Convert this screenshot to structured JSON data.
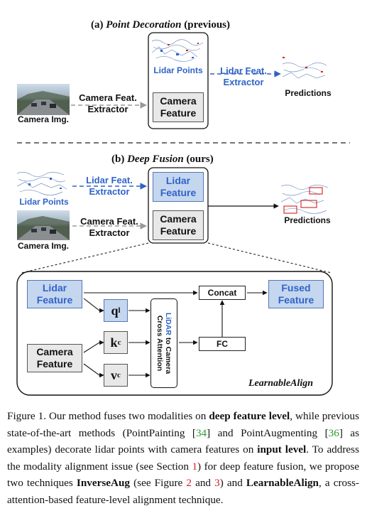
{
  "top": {
    "title_prefix": "(a) ",
    "title_italic": "Point Decoration",
    "title_suffix": " (previous)",
    "camera_img_label": "Camera Img.",
    "camera_extractor": "Camera Feat. Extractor",
    "lidar_points_label": "Lidar Points",
    "camera_feature_box": "Camera Feature",
    "lidar_extractor": "Lidar Feat. Extractor",
    "predictions": "Predictions"
  },
  "bottom": {
    "title_prefix": "(b) ",
    "title_italic": "Deep Fusion",
    "title_suffix": " (ours)",
    "lidar_points_label": "Lidar Points",
    "lidar_extractor": "Lidar Feat. Extractor",
    "camera_img_label": "Camera Img.",
    "camera_extractor": "Camera Feat. Extractor",
    "lidar_feature_box": "Lidar Feature",
    "camera_feature_box": "Camera Feature",
    "predictions": "Predictions"
  },
  "detail": {
    "lidar_feature": "Lidar Feature",
    "camera_feature": "Camera Feature",
    "q_label": "q",
    "q_sup": "l",
    "k_label": "k",
    "k_sup": "c",
    "v_label": "v",
    "v_sup": "c",
    "cross_attention_lidar": "LiDAR",
    "cross_attention_rest": " to Camera Cross Attention",
    "concat": "Concat",
    "fc": "FC",
    "fused_feature": "Fused Feature",
    "module_name": "LearnableAlign"
  },
  "caption": {
    "p1": "Figure 1. Our method fuses two modalities on ",
    "b1": "deep feature level",
    "p2": ", while previous state-of-the-art methods (PointPainting [",
    "r1": "34",
    "p3": "] and PointAugmenting [",
    "r2": "36",
    "p4": "] as examples) decorate lidar points with camera features on ",
    "b2": "input level",
    "p5": ". To address the modality alignment issue (see Section ",
    "r3": "1",
    "p6": ") for deep feature fusion, we propose two techniques ",
    "b3": "InverseAug",
    "p7": " (see Figure ",
    "r4": "2",
    "p8": " and ",
    "r5": "3",
    "p9": ") and ",
    "b4": "LearnableAlign",
    "p10": ", a cross-attention-based feature-level alignment technique."
  },
  "colors": {
    "lidar_blue": "#2f64c8",
    "lidar_fill": "#c5d6ef",
    "gray_fill": "#e8e8e8",
    "prediction_red": "#d42020",
    "ref_green": "#2a9a2a"
  }
}
